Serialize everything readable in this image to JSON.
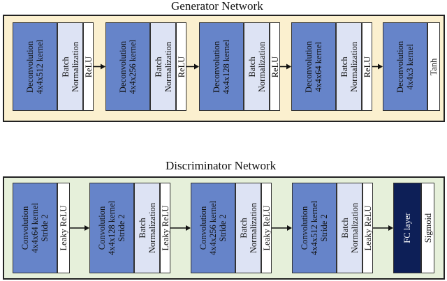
{
  "generator": {
    "title": "Generator Network",
    "bg_color": "#fbf0cf",
    "layers": [
      {
        "conv": [
          "Deconvolution",
          "4x4x512 kernel"
        ],
        "norm": [
          "Batch",
          "Normalization"
        ],
        "act": "ReLU"
      },
      {
        "conv": [
          "Deconvolution",
          "4x4x256 kernel"
        ],
        "norm": [
          "Batch",
          "Normalization"
        ],
        "act": "ReLU"
      },
      {
        "conv": [
          "Deconvolution",
          "4x4x128 kernel"
        ],
        "norm": [
          "Batch",
          "Normalization"
        ],
        "act": "ReLU"
      },
      {
        "conv": [
          "Deconvolution",
          "4x4x64 kernel"
        ],
        "norm": [
          "Batch",
          "Normalization"
        ],
        "act": "ReLU"
      },
      {
        "conv": [
          "Deconvolution",
          "4x4x3 kernel"
        ],
        "act": "Tanh"
      }
    ]
  },
  "discriminator": {
    "title": "Discriminator Network",
    "bg_color": "#e6f0da",
    "layers": [
      {
        "conv": [
          "Convolution",
          "4x4x64 kernel",
          "Stride 2"
        ],
        "act": "Leaky ReLU"
      },
      {
        "conv": [
          "Convolution",
          "4x4x128 kernel",
          "Stride 2"
        ],
        "norm": [
          "Batch",
          "Normalization"
        ],
        "act": "Leaky ReLU"
      },
      {
        "conv": [
          "Convolution",
          "4x4x256 kernel",
          "Stride 2"
        ],
        "norm": [
          "Batch",
          "Normalization"
        ],
        "act": "Leaky ReLU"
      },
      {
        "conv": [
          "Convolution",
          "4x4x512 kernel",
          "Stride 2"
        ],
        "norm": [
          "Batch",
          "Normalization"
        ],
        "act": "Leaky ReLU"
      },
      {
        "fc": "FC layer",
        "act": "Sigmoid"
      }
    ]
  }
}
